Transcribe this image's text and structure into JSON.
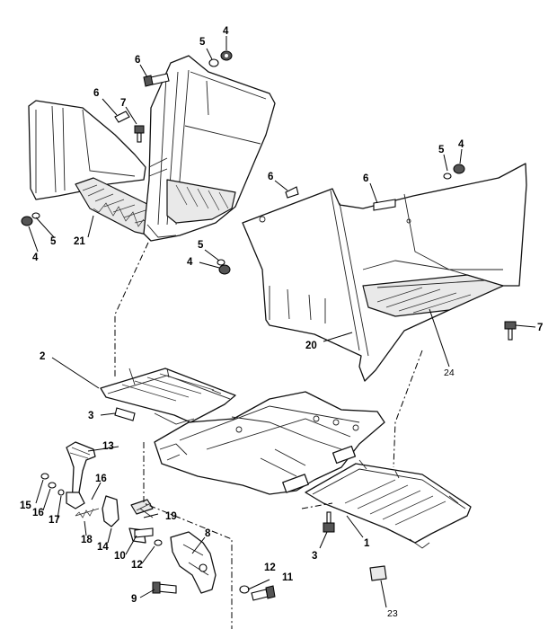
{
  "callouts": {
    "c1": "1",
    "c2": "2",
    "c3a": "3",
    "c3b": "3",
    "c4a": "4",
    "c4b": "4",
    "c4c": "4",
    "c4d": "4",
    "c5a": "5",
    "c5b": "5",
    "c5c": "5",
    "c5d": "5",
    "c6a": "6",
    "c6b": "6",
    "c6c": "6",
    "c6d": "6",
    "c7a": "7",
    "c7b": "7",
    "c8": "8",
    "c9": "9",
    "c10": "10",
    "c11": "11",
    "c12a": "12",
    "c12b": "12",
    "c13": "13",
    "c14": "14",
    "c15": "15",
    "c16a": "16",
    "c16b": "16",
    "c17": "17",
    "c18": "18",
    "c19": "19",
    "c20": "20",
    "c21": "21",
    "c23": "23",
    "c24": "24"
  }
}
